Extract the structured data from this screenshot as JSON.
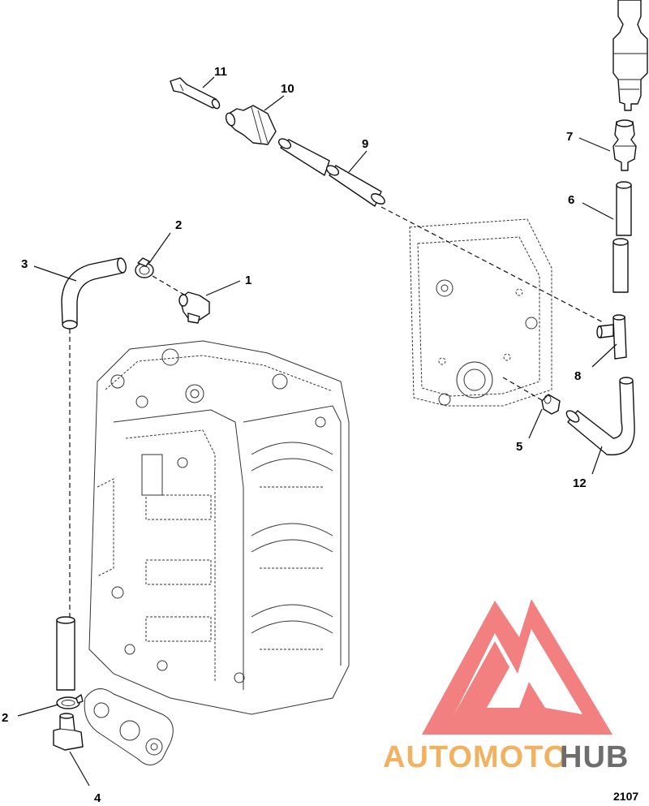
{
  "diagram": {
    "figure_number": "2107",
    "callouts": [
      "1",
      "2",
      "3",
      "4",
      "5",
      "6",
      "7",
      "8",
      "9",
      "10",
      "11",
      "12"
    ]
  },
  "watermark": {
    "brand_left": "AUTOMOTO",
    "brand_right": "HUB",
    "color_left": "#f2b15f",
    "color_right": "#6d6d6d",
    "logo_color": "#f06a6a"
  }
}
